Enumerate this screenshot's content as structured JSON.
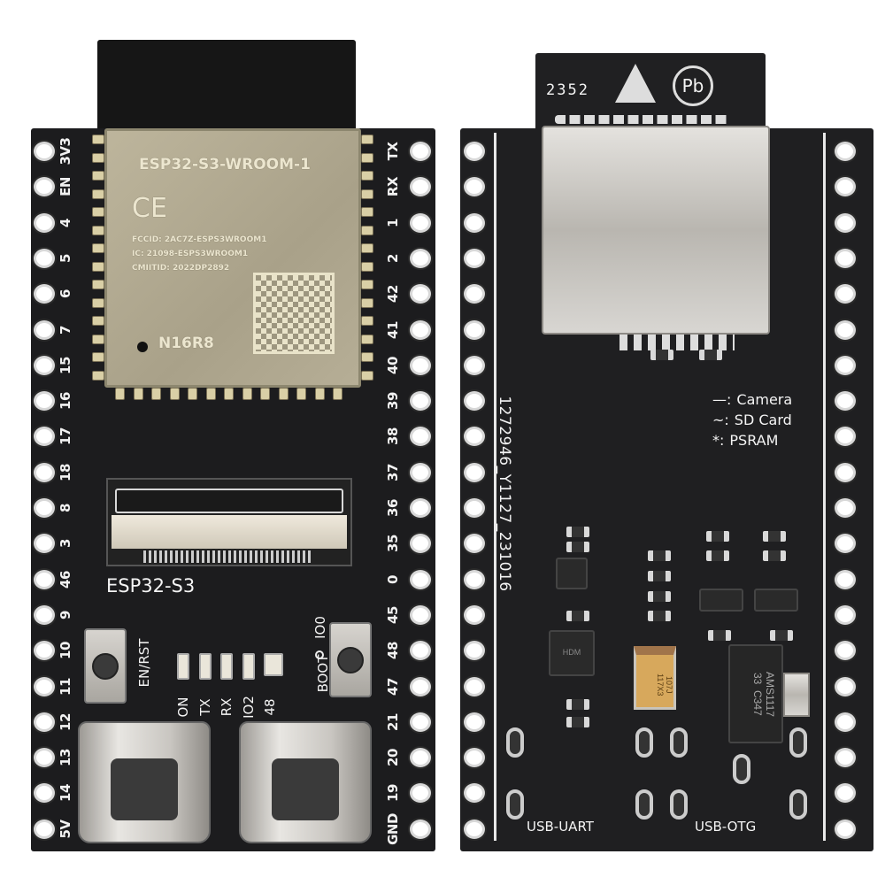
{
  "front": {
    "module": {
      "model": "ESP32-S3-WROOM-1",
      "ce_mark": "CE",
      "fccid": "FCCID: 2AC7Z-ESPS3WROOM1",
      "ic": "IC: 21098-ESPS3WROOM1",
      "cmiitid": "CMIITID: 2022DP2892",
      "variant": "N16R8"
    },
    "board_label": "ESP32-S3",
    "left_pins": [
      "3V3",
      "EN",
      "4",
      "5",
      "6",
      "7",
      "15",
      "16",
      "17",
      "18",
      "8",
      "3",
      "46",
      "9",
      "10",
      "11",
      "12",
      "13",
      "14",
      "5V"
    ],
    "right_pins": [
      "TX",
      "RX",
      "1",
      "2",
      "42",
      "41",
      "40",
      "39",
      "38",
      "37",
      "36",
      "35",
      "0",
      "45",
      "48",
      "47",
      "21",
      "20",
      "19",
      "GND"
    ],
    "rst_button_label": "EN/RST",
    "boot_button_label": "BOOT",
    "boot_pin_label": "IO0",
    "leds": [
      "ON",
      "TX",
      "RX",
      "IO2",
      "48"
    ]
  },
  "back": {
    "date_code": "2352",
    "pcb_code": "1272946_Y1127_231016",
    "legend": [
      {
        "symbol": "—:",
        "label": "Camera"
      },
      {
        "symbol": "~:",
        "label": "SD Card"
      },
      {
        "symbol": "*:",
        "label": "PSRAM"
      }
    ],
    "chips": {
      "ldo": "AMS1117\n33  C347",
      "cap": "107J\n117X3",
      "uart": "HDM"
    },
    "usb_uart_label": "USB-UART",
    "usb_otg_label": "USB-OTG",
    "icons": [
      "esd-warning-icon",
      "lead-free-icon"
    ]
  },
  "colors": {
    "pcb": "#1c1c1e",
    "module": "#b1a991",
    "silk": "#f4f4f4"
  }
}
